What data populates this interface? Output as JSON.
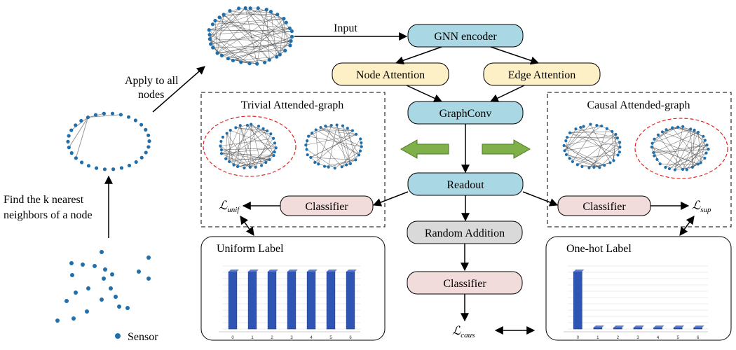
{
  "colors": {
    "blue_box": "#a9d7e3",
    "yellow_box": "#fdefc6",
    "pink_box": "#f2dcdb",
    "gray_box": "#d9d9d9",
    "green_arrow": "#7fb04a",
    "node": "#1f6fad",
    "edge": "#555555",
    "red_dash": "#e02020",
    "bar": "#2f55b4"
  },
  "labels": {
    "input": "Input",
    "apply": [
      "Apply to all",
      "nodes"
    ],
    "find_knn": [
      "Find the k nearest",
      "neighbors of a node"
    ],
    "sensor": "Sensor"
  },
  "boxes": {
    "gnn_encoder": "GNN encoder",
    "node_attention": "Node Attention",
    "edge_attention": "Edge Attention",
    "graph_conv": "GraphConv",
    "readout": "Readout",
    "random_addition": "Random Addition",
    "classifier": "Classifier"
  },
  "panels": {
    "trivial_title": "Trivial Attended-graph",
    "causal_title": "Causal Attended-graph",
    "uniform_label": "Uniform Label",
    "onehot_label": "One-hot Label"
  },
  "losses": {
    "symbol": "ℒ",
    "unif": "unif",
    "sup": "sup",
    "caus": "caus"
  },
  "chart_data": [
    {
      "type": "bar",
      "name": "Uniform Label",
      "categories": [
        "0",
        "1",
        "2",
        "3",
        "4",
        "5",
        "6"
      ],
      "values": [
        1,
        1,
        1,
        1,
        1,
        1,
        1
      ],
      "ylim": [
        0,
        1.1
      ]
    },
    {
      "type": "bar",
      "name": "One-hot Label",
      "categories": [
        "0",
        "1",
        "2",
        "3",
        "4",
        "5",
        "6"
      ],
      "values": [
        1,
        0,
        0,
        0,
        0,
        0,
        0
      ],
      "ylim": [
        0,
        1.1
      ]
    }
  ]
}
